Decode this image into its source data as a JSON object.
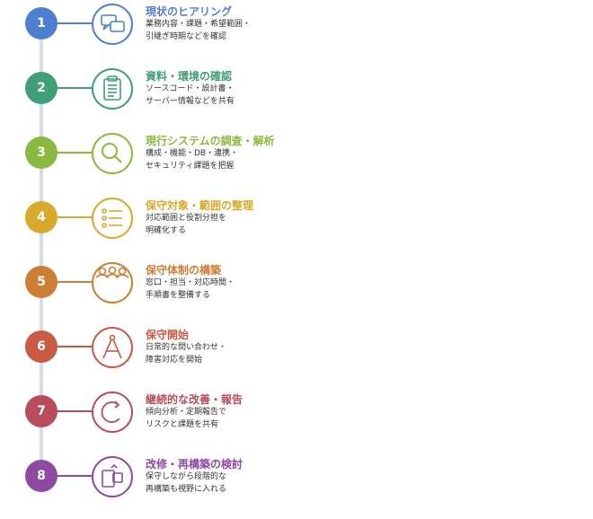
{
  "steps": [
    {
      "num": "1",
      "title": "現状のヒアリング",
      "desc": "業務内容・課題・希望範囲・\n引継ぎ時期などを確認",
      "color": "#4f7fd0",
      "icon": "chat-bubbles-icon"
    },
    {
      "num": "2",
      "title": "資料・環境の確認",
      "desc": "ソースコード・設計書・\nサーバー情報などを共有",
      "color": "#3e9f78",
      "icon": "clipboard-icon"
    },
    {
      "num": "3",
      "title": "現行システムの調査・解析",
      "desc": "構成・機能・DB・連携・\nセキュリティ課題を把握",
      "color": "#8ab93f",
      "icon": "magnifier-icon"
    },
    {
      "num": "4",
      "title": "保守対象・範囲の整理",
      "desc": "対応範囲と役割分担を\n明確化する",
      "color": "#d8a92a",
      "icon": "checklist-icon"
    },
    {
      "num": "5",
      "title": "保守体制の構築",
      "desc": "窓口・担当・対応時間・\n手順書を整備する",
      "color": "#cd7e35",
      "icon": "team-icon"
    },
    {
      "num": "6",
      "title": "保守開始",
      "desc": "日常的な問い合わせ・\n障害対応を開始",
      "color": "#c95a44",
      "icon": "compass-icon"
    },
    {
      "num": "7",
      "title": "継続的な改善・報告",
      "desc": "傾向分析・定期報告で\nリスクと課題を共有",
      "color": "#b84c5c",
      "icon": "refresh-icon"
    },
    {
      "num": "8",
      "title": "改修・再構築の検討",
      "desc": "保守しながら段階的な\n再構築も視野に入れる",
      "color": "#8e4aa2",
      "icon": "rebuild-icon"
    }
  ]
}
